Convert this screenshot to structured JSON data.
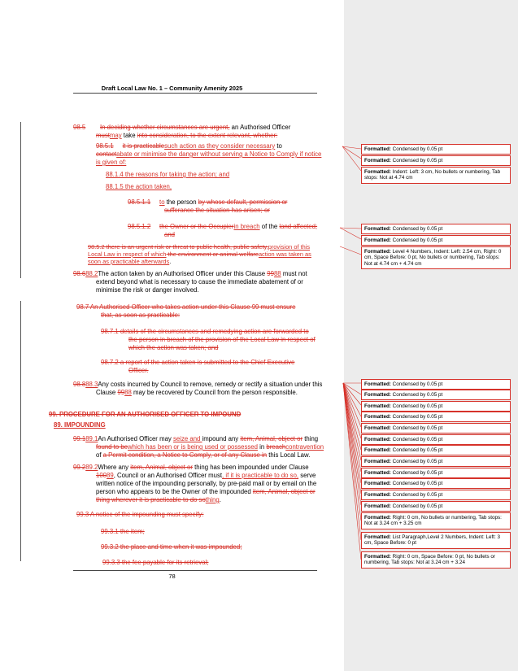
{
  "header": {
    "title": "Draft Local Law No. 1 – Community Amenity 2025"
  },
  "footer": {
    "page_number": "78"
  },
  "doc": {
    "p98_5_num": "98.5",
    "p98_5_del": "In deciding whether circumstances are urgent,",
    "p98_5_text": " an Authorised Officer",
    "p98_5_line2_del1": "must",
    "p98_5_line2_ins1": "may",
    "p98_5_line2_text": " take ",
    "p98_5_line2_del2": "into consideration, to the extent relevant, whether:",
    "p98_5_1_num": "98.5.1",
    "p98_5_1_del1": "it is practicable",
    "p98_5_1_ins1": "such action as they consider necessary",
    "p98_5_1_text": " to",
    "p98_5_1_l2_del": "contact",
    "p98_5_1_l2_ins": "abate or minimise the danger without serving a Notice to Comply if notice",
    "p98_5_1_l3_ins": "is given of:",
    "p88_1_4": "88.1.4    the reasons for taking the action; and",
    "p88_1_5": "88.1.5    the action taken,",
    "p98_5_1_1_num": "98.5.1.1",
    "p98_5_1_1_ins": "to",
    "p98_5_1_1_text": " the person ",
    "p98_5_1_1_del": "by whose default, permission or",
    "p98_5_1_1_l2_del": "sufferance the situation has arisen; or",
    "p98_5_1_2_num": "98.5.1.2",
    "p98_5_1_2_del": "the Owner or the Occupier",
    "p98_5_1_2_ins": "in breach",
    "p98_5_1_2_text": " of the ",
    "p98_5_1_2_del2": "land affected;",
    "p98_5_1_2_l2_del": "and",
    "p98_5_2_del": "98.5.2  there is an urgent risk or threat to public health, public safety,",
    "p98_5_2_ins": "provision of this",
    "p98_5_2_l2_ins": "Local Law in respect of which",
    "p98_5_2_l2_del": " the environment or animal welfare",
    "p98_5_2_l2_ins2": "action was taken as",
    "p98_5_2_l3_ins": "soon as practicable afterwards",
    "p98_5_2_l3_text": ".",
    "p88_2_del": "98.6",
    "p88_2_ins": "88.2",
    "p88_2_text": "The action taken by an Authorised Officer under this Clause ",
    "p88_2_del2": "99",
    "p88_2_ins2": "88",
    "p88_2_text2": " must not",
    "p88_2_l2": "extend beyond what is necessary to cause the immediate abatement of or",
    "p88_2_l3": "minimise the risk or danger involved.",
    "p98_7_l1": "98.7      An Authorised Officer who takes action under this Clause 99 must ensure",
    "p98_7_l2": "that, as soon as practicable:",
    "p98_7_1_l1": "98.7.1    details of the circumstances and remedying action are forwarded to",
    "p98_7_1_l2": "the person in breach of the provision of the Local Law in respect of",
    "p98_7_1_l3": "which the action was taken; and",
    "p98_7_2_l1": "98.7.2    a report of the action taken is submitted to the Chief Executive",
    "p98_7_2_l2": "Officer.",
    "p88_3_del": "98.8",
    "p88_3_ins": "88.3",
    "p88_3_text": "Any costs incurred by Council to remove, remedy or rectify a situation under this",
    "p88_3_l2_a": "Clause ",
    "p88_3_l2_del": "99",
    "p88_3_l2_ins": "88",
    "p88_3_l2_b": " may be recovered by Council from the person responsible.",
    "h99_del": "99.        PROCEDURE FOR AN AUTHORISED OFFICER TO IMPOUND",
    "h89_ins": "89.      IMPOUNDING",
    "p89_1_del": "99.1",
    "p89_1_ins": "89.1",
    "p89_1_text": "An Authorised Officer may ",
    "p89_1_ins2": "seize and ",
    "p89_1_text2": "impound any ",
    "p89_1_del2": "item, Animal, object or",
    "p89_1_text3": " thing",
    "p89_1_l2_del": "found to be",
    "p89_1_l2_ins": "which has been or is being used or possessed",
    "p89_1_l2_text": " in ",
    "p89_1_l2_del2": "breach",
    "p89_1_l2_ins2": "contravention",
    "p89_1_l3_text": "of ",
    "p89_1_l3_del": "a Permit condition, a Notice to Comply, or of any Clause in",
    "p89_1_l3_text2": " this Local Law.",
    "p89_2_del": "99.2",
    "p89_2_ins": "89.2",
    "p89_2_text": "Where any ",
    "p89_2_del2": "item, Animal, object or",
    "p89_2_text2": " thing has been impounded under Clause",
    "p89_2_l2_del": "100",
    "p89_2_l2_ins": "89",
    "p89_2_l2_text": ", Council or an Authorised Officer must",
    "p89_2_l2_ins2": ", if it is practicable to do so,",
    "p89_2_l2_text2": " serve",
    "p89_2_l3": "written notice of the impounding personally, by pre-paid mail or by email on the",
    "p89_2_l4_text": "person who appears to be the Owner of the impounded ",
    "p89_2_l4_del": "item, Animal, object or",
    "p89_2_l5_del": "thing wherever it is practicable to do so",
    "p89_2_l5_ins": "thing",
    "p89_2_l5_text": ".",
    "p99_3": "99.3       A notice of the impounding must specify:",
    "p99_3_1": "99.3.1    the item;",
    "p99_3_2": "99.3.2    the place and time when it was impounded;",
    "p99_3_3": "99.3.3    the fee payable for its retrieval;"
  },
  "comments": {
    "label": "Formatted:",
    "cond": "Condensed by  0.05 pt",
    "f3": "Indent: Left:  3 cm,  No bullets or numbering, Tab stops: Not at  4.74 cm",
    "f6": "Level 4 Numbers, Indent: Left:  2.54 cm, Right:  0 cm, Space Before:  0 pt,  No bullets or numbering, Tab stops: Not at  4.74 cm +  4.74 cm",
    "f19": "Right:  0 cm,  No bullets or numbering, Tab stops: Not at  3.24 cm +  3.25 cm",
    "f20": "List Paragraph,Level 2 Numbers, Indent: Left:  3 cm, Space Before:  0 pt",
    "f21": "Right:  0 cm, Space Before:  0 pt,  No bullets or numbering, Tab stops: Not at  3.24 cm +  3.24"
  },
  "colors": {
    "revision": "#d6322a",
    "margin_bg": "#ececec"
  }
}
